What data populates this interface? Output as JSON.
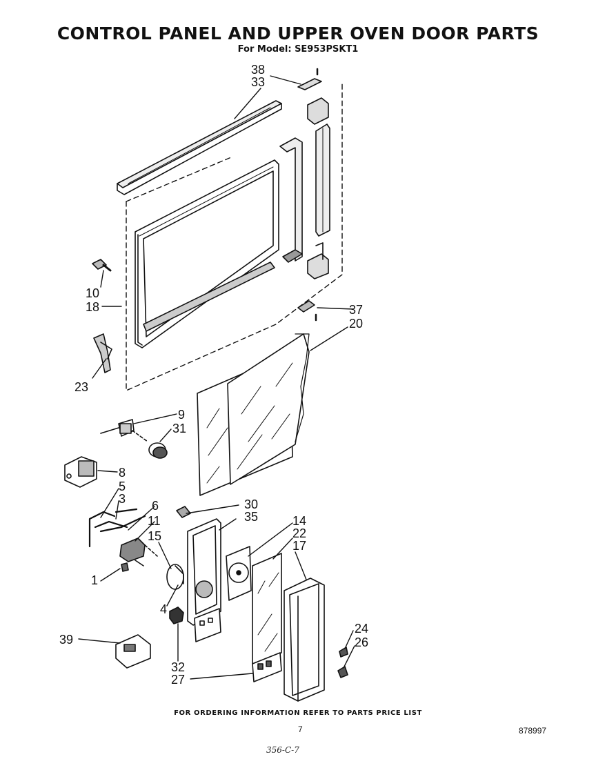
{
  "header": {
    "title": "CONTROL PANEL AND UPPER OVEN DOOR PARTS",
    "subtitle": "For Model: SE953PSKT1"
  },
  "callouts": {
    "c38": "38",
    "c33": "33",
    "c10": "10",
    "c18": "18",
    "c23": "23",
    "c37": "37",
    "c20": "20",
    "c9": "9",
    "c31": "31",
    "c8": "8",
    "c5": "5",
    "c3": "3",
    "c6": "6",
    "c11": "11",
    "c15": "15",
    "c1": "1",
    "c4": "4",
    "c30": "30",
    "c35": "35",
    "c14": "14",
    "c22": "22",
    "c17": "17",
    "c24": "24",
    "c26": "26",
    "c39": "39",
    "c32": "32",
    "c27": "27"
  },
  "footer": {
    "ordering_note": "FOR ORDERING INFORMATION REFER TO PARTS PRICE LIST",
    "page_number": "7",
    "document_number": "878997",
    "handwritten_note": "356-C-7"
  }
}
